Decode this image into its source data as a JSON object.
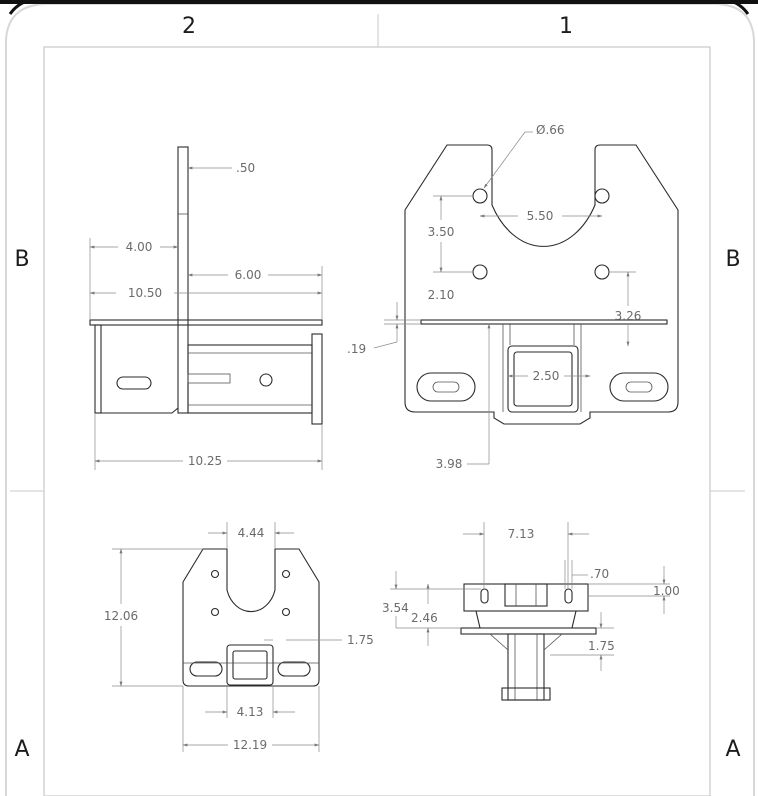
{
  "zones": {
    "top": [
      "2",
      "1"
    ],
    "left": [
      "B",
      "A"
    ],
    "right": [
      "B",
      "A"
    ]
  },
  "side_view": {
    "dims": {
      "plate_thickness": ".50",
      "upper_offset": "4.00",
      "upper_span": "6.00",
      "overall_upper": "10.50",
      "overall_lower": "10.25"
    }
  },
  "front_view": {
    "dims": {
      "hole_diameter": "Ø.66",
      "hole_vertical": "3.50",
      "hole_spacing": "5.50",
      "lower_offset": "2.10",
      "receiver_height": "3.26",
      "flange_thickness": ".19",
      "receiver_size": "2.50",
      "receiver_depth": "3.98"
    }
  },
  "small_front_view": {
    "dims": {
      "top_width": "4.44",
      "height": "12.06",
      "offset": "1.75",
      "receiver_width": "4.13",
      "overall_width": "12.19"
    }
  },
  "bottom_view": {
    "dims": {
      "width": "7.13",
      "gap": ".70",
      "thickness": "1.00",
      "left_height": "3.54",
      "left_offset": "2.46",
      "right_offset": "1.75"
    }
  }
}
